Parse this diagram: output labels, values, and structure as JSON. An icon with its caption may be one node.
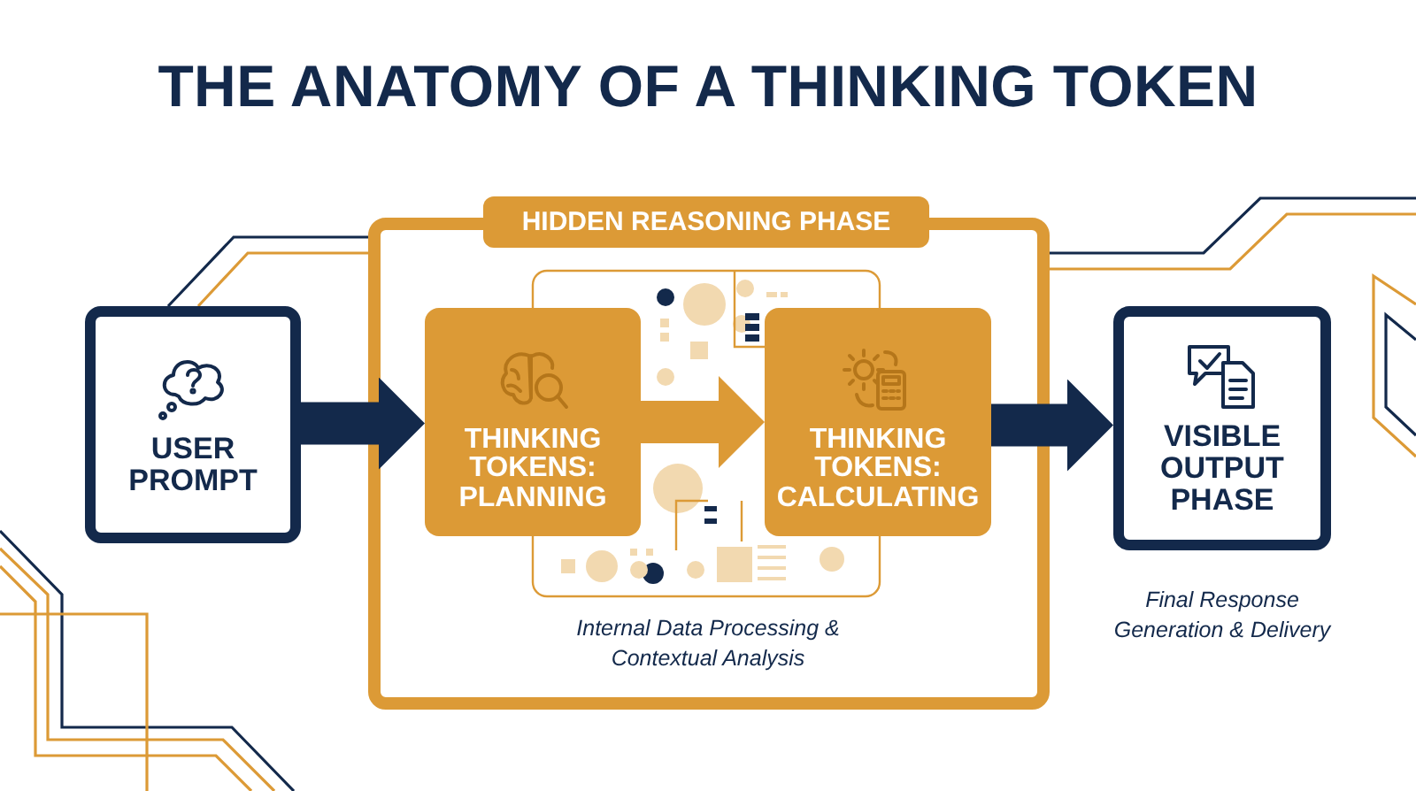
{
  "diagram": {
    "title": "THE ANATOMY OF A THINKING TOKEN",
    "nodes": [
      {
        "text": [
          "USER PROMPT"
        ]
      },
      {
        "text": [
          "HIDDEN REASONING PHASE",
          "Internal Data Processing & Contextual Analysis"
        ]
      },
      {
        "text": [
          "THINKING TOKENS: PLANNING"
        ],
        "in": 1
      },
      {
        "text": [
          "THINKING TOKENS: CALCULATING"
        ],
        "in": 1
      },
      {
        "text": [
          "VISIBLE OUTPUT PHASE"
        ],
        "beside": [
          "Final Response Generation & Delivery"
        ]
      }
    ],
    "edges": [
      {
        "from": 0,
        "to": 2,
        "arrow": "to"
      },
      {
        "from": 2,
        "to": 3,
        "arrow": "to",
        "color": "#dc9a36"
      },
      {
        "from": 3,
        "to": 4,
        "arrow": "to"
      }
    ]
  }
}
